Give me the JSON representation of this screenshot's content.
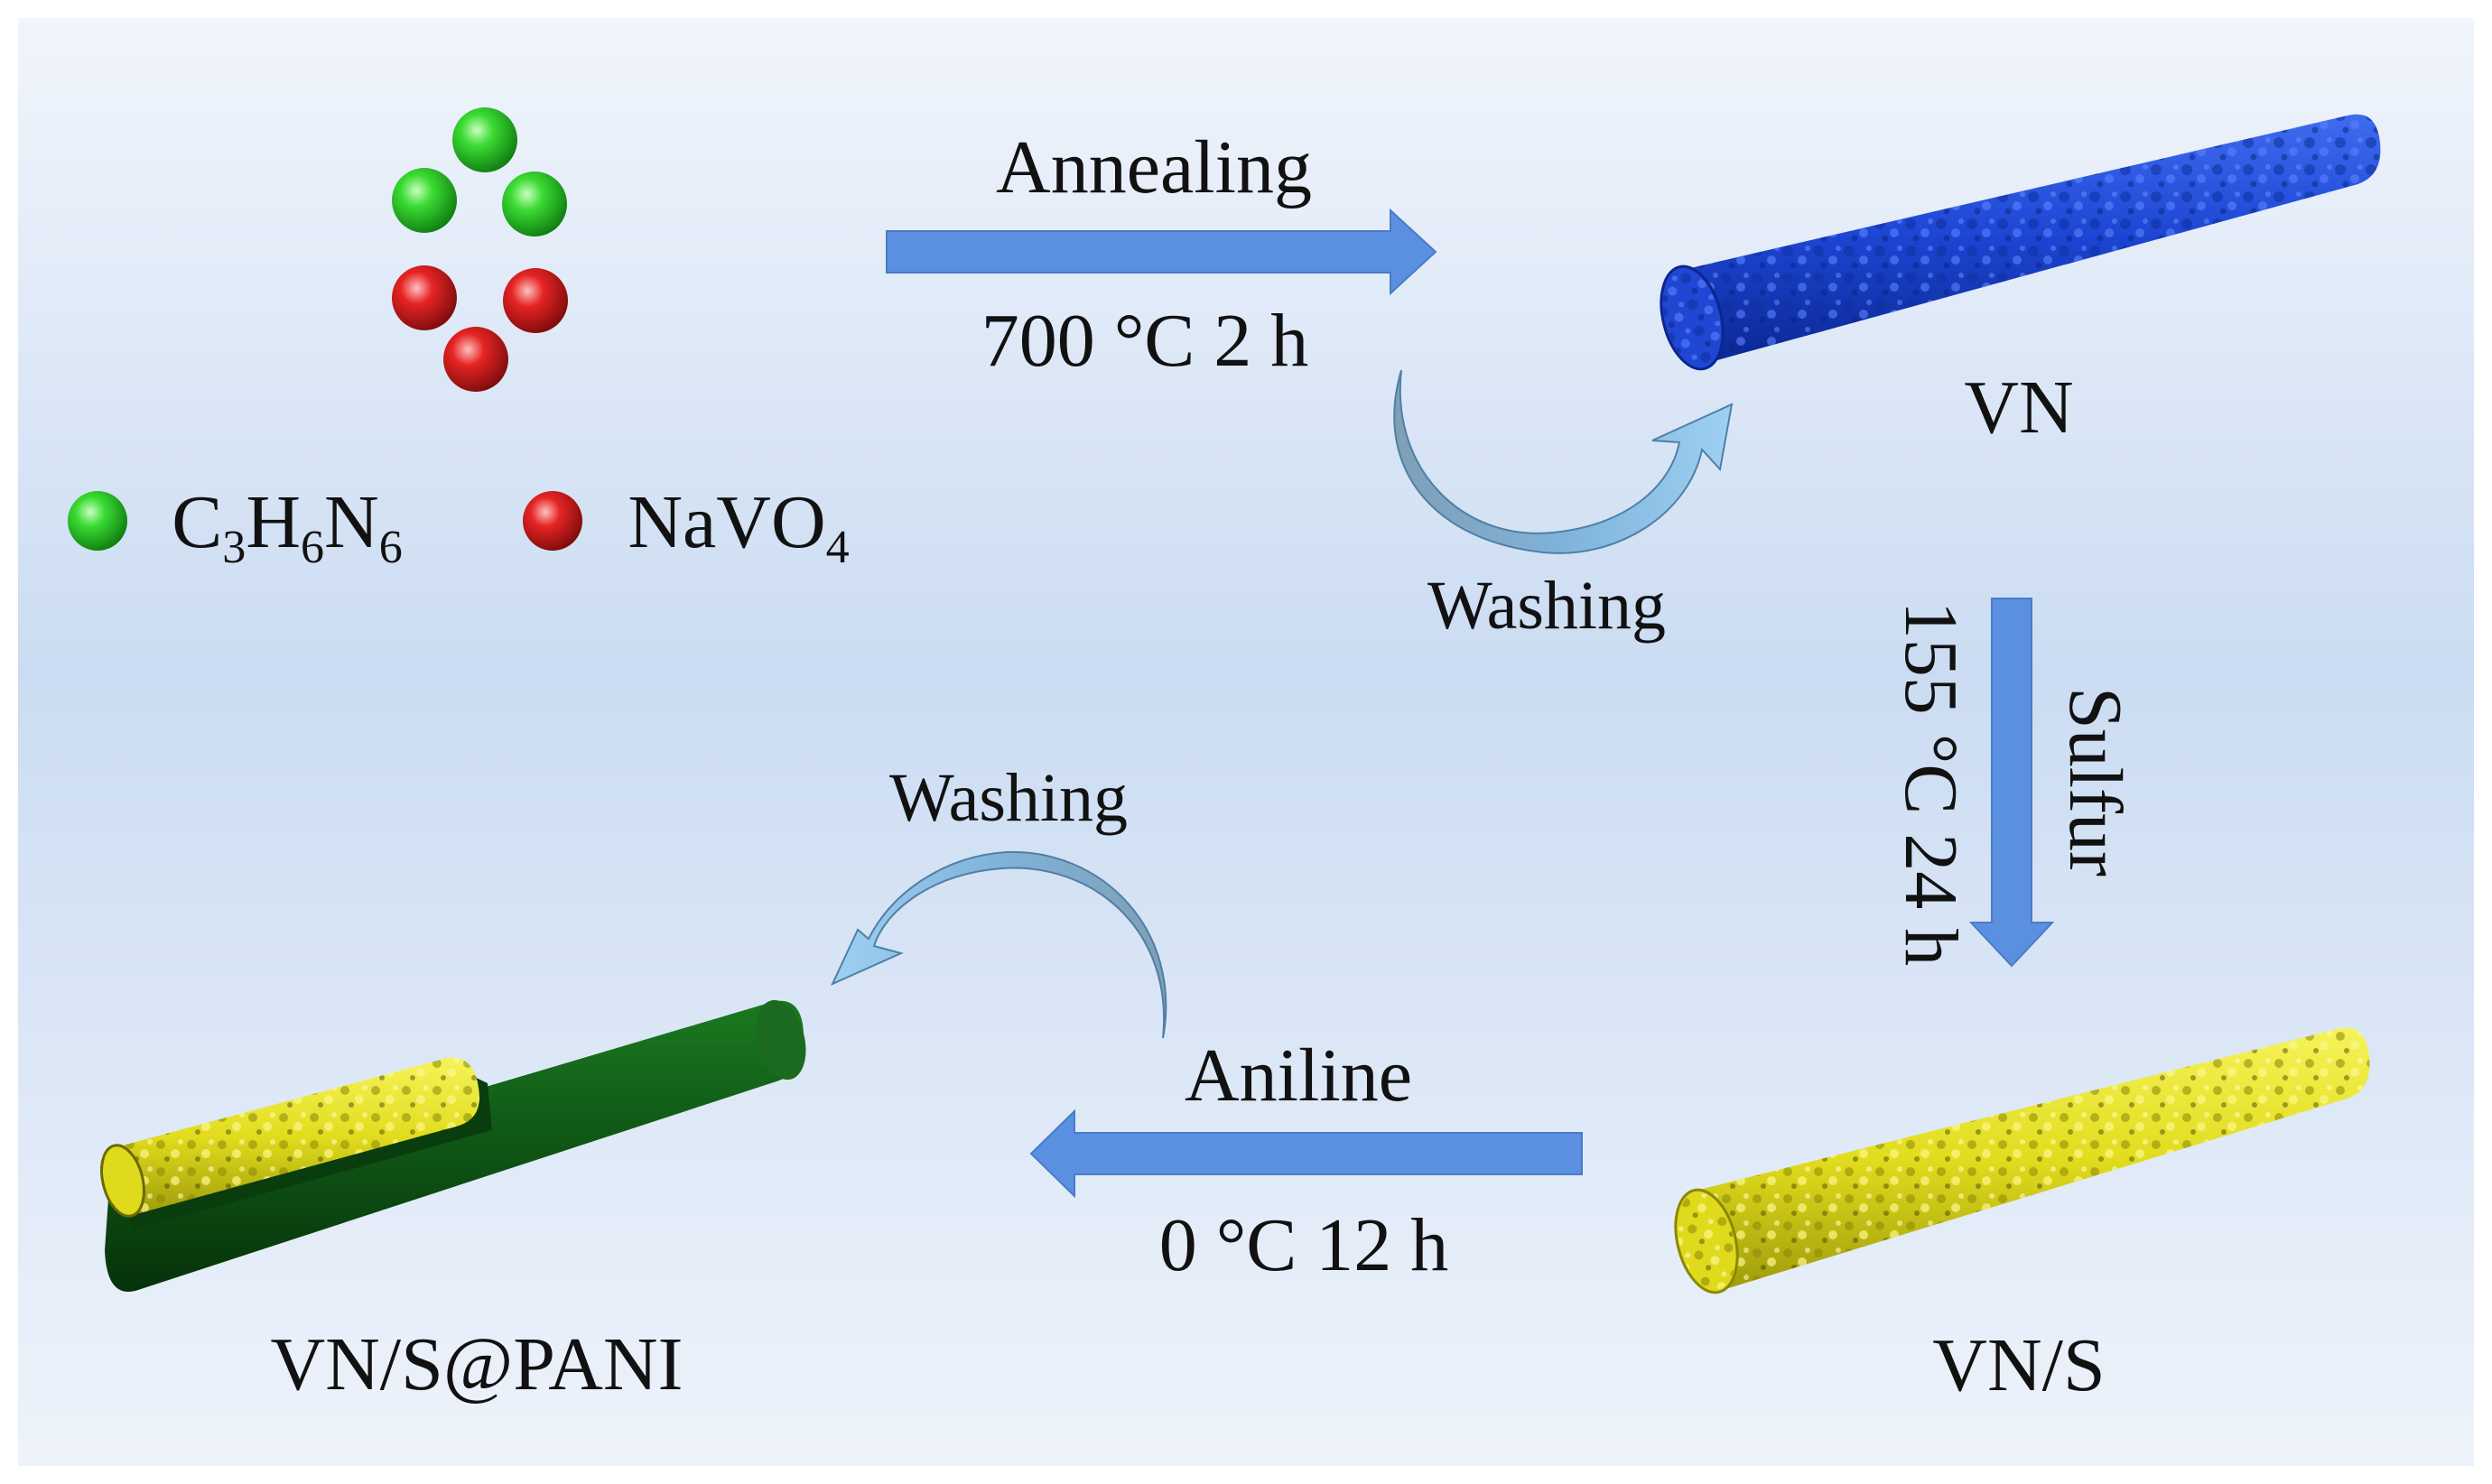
{
  "precursors": {
    "melamine": {
      "formula": {
        "c": "C",
        "c_n": "3",
        "h": "H",
        "h_n": "6",
        "n": "N",
        "n_n": "6"
      },
      "color": "#21c21f"
    },
    "vanadate": {
      "formula": {
        "na": "NaVO",
        "o_n": "4"
      },
      "color": "#e21b1b"
    }
  },
  "steps": {
    "annealing": {
      "label": "Annealing",
      "condition": "700 °C 2 h"
    },
    "washing_1": {
      "label": "Washing"
    },
    "sulfur": {
      "label": "Sulfur",
      "condition": "155 °C 24 h"
    },
    "aniline": {
      "label": "Aniline",
      "condition": "0 °C 12 h"
    },
    "washing_2": {
      "label": "Washing"
    }
  },
  "products": {
    "vn": {
      "label": "VN",
      "color": "#1f49d6"
    },
    "vn_s": {
      "label": "VN/S",
      "color": "#e4e01e"
    },
    "vn_s_pani": {
      "label": "VN/S@PANI",
      "shell_color": "#0d4d12"
    }
  },
  "colors": {
    "background_top": "#eef3fb",
    "background_mid": "#c9daf1",
    "arrow": "#5b8fe0",
    "curved_arrow": "#8ab8de"
  }
}
